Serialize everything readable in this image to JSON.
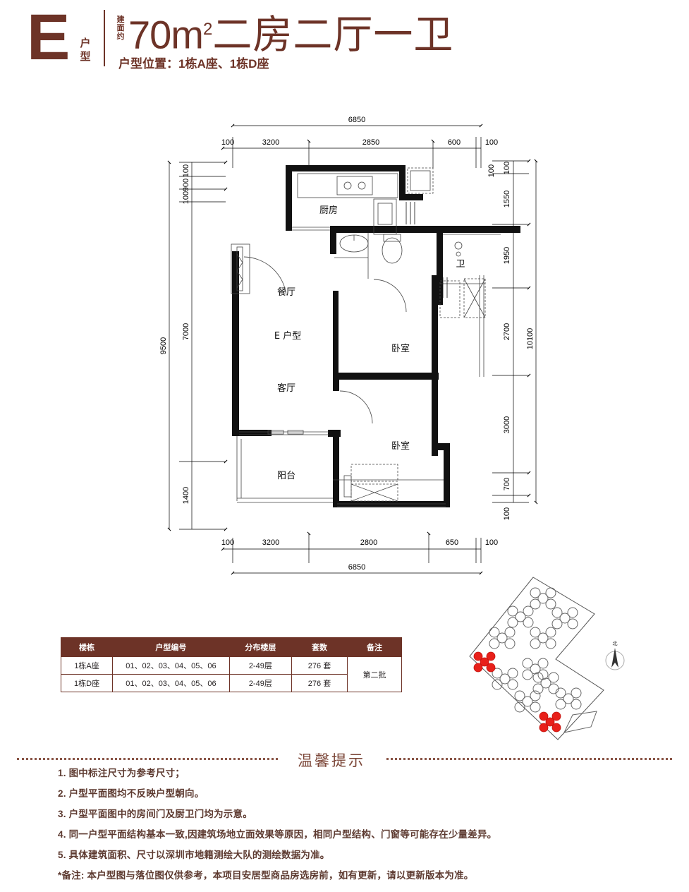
{
  "header": {
    "letter": "E",
    "huxing": "户型",
    "jianmian": "建面约",
    "area_value": "70",
    "area_unit": "m",
    "area_sup": "2",
    "rooms": "二房二厅一卫",
    "location_line": "户型位置：1栋A座、1栋D座"
  },
  "plan": {
    "unit_label": "E 户型",
    "rooms": [
      {
        "name": "厨房",
        "key": "kitchen"
      },
      {
        "name": "卫",
        "key": "bathroom"
      },
      {
        "name": "餐厅",
        "key": "dining"
      },
      {
        "name": "客厅",
        "key": "living"
      },
      {
        "name": "卧室",
        "key": "bedroom-1"
      },
      {
        "name": "卧室",
        "key": "bedroom-2"
      },
      {
        "name": "阳台",
        "key": "balcony"
      }
    ],
    "dims_top_overall": "6850",
    "dims_top": [
      "100",
      "3200",
      "2850",
      "600",
      "100"
    ],
    "dims_bottom_overall": "6850",
    "dims_bottom": [
      "100",
      "3200",
      "2800",
      "650",
      "100"
    ],
    "dims_left_overall": "9500",
    "dims_left": [
      "100",
      "900",
      "100",
      "7000",
      "1400"
    ],
    "dims_right_overall": "10100",
    "dims_right": [
      "100",
      "1550",
      "1950",
      "2700",
      "3000",
      "700",
      "100"
    ],
    "dim_right_edge_100": "100"
  },
  "table": {
    "headers": [
      "楼栋",
      "户型编号",
      "分布楼层",
      "套数",
      "备注"
    ],
    "rows": [
      {
        "bldg": "1栋A座",
        "no": "01、02、03、04、05、06",
        "floor": "2-49层",
        "count": "276 套"
      },
      {
        "bldg": "1栋D座",
        "no": "01、02、03、04、05、06",
        "floor": "2-49层",
        "count": "276 套"
      }
    ],
    "note": "第二批"
  },
  "siteplan": {
    "north_label": "北",
    "highlighted_towers": 2,
    "total_towers": 12
  },
  "notes": {
    "title": "温馨提示",
    "items": [
      "1. 图中标注尺寸为参考尺寸；",
      "2. 户型平面图均不反映户型朝向。",
      "3. 户型平面图中的房间门及厨卫门均为示意。",
      "4. 同一户型平面结构基本一致,因建筑场地立面效果等原因，相同户型结构、门窗等可能存在少量差异。",
      "5. 具体建筑面积、尺寸以深圳市地籍测绘大队的测绘数据为准。",
      "*备注: 本户型图与落位图仅供参考，本项目安居型商品房选房前，如有更新，请以更新版本为准。"
    ]
  },
  "colors": {
    "brand": "#6d3327",
    "note_text": "#5d3a30",
    "wall": "#1a1a1a",
    "highlight": "#e8201a"
  }
}
